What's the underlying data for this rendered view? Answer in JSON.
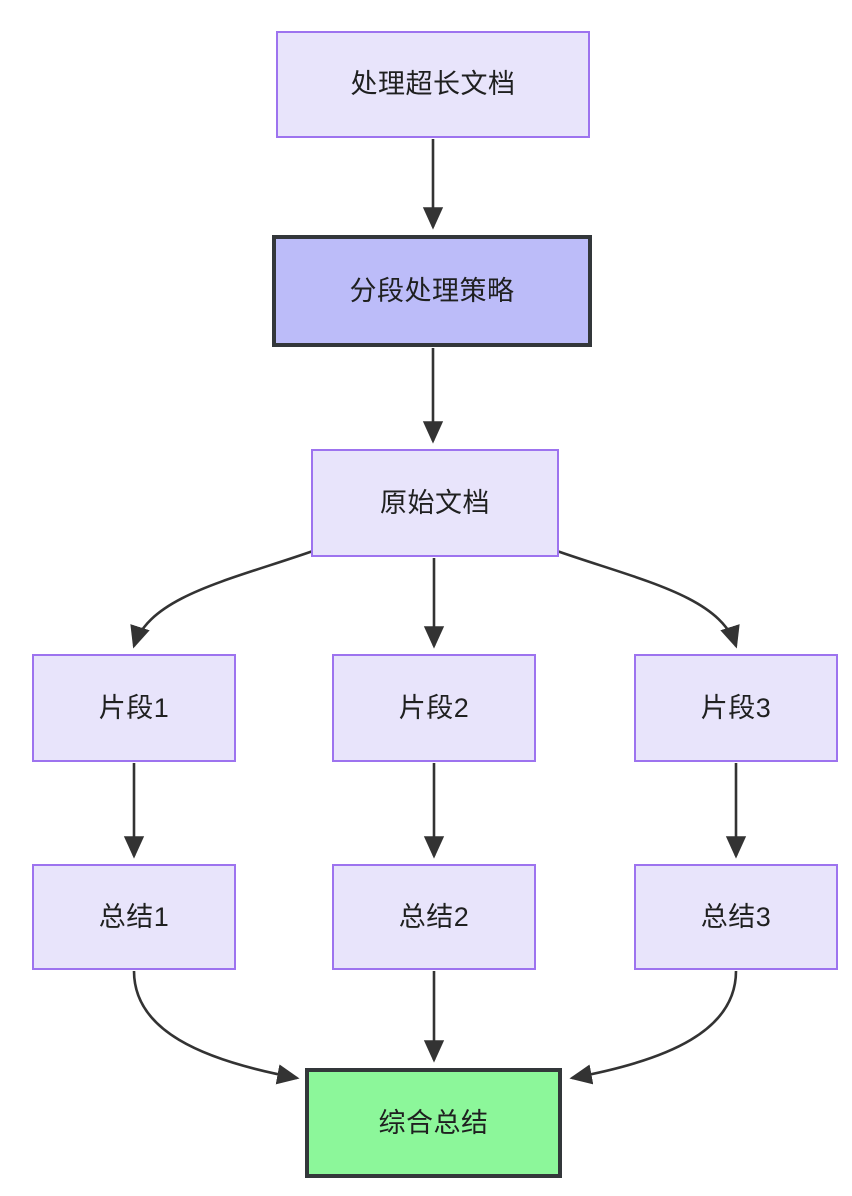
{
  "diagram": {
    "title": "处理超长文档",
    "orientation": "top-down",
    "background_color": "#ffffff",
    "styles": {
      "normal_fill": "#e8e4fb",
      "normal_stroke": "#9d73ef",
      "emphasis_fill": "#bcbcf9",
      "emphasis_stroke": "#33373a",
      "result_fill": "#8cf79a",
      "result_stroke": "#33373a",
      "edge_color": "#333333",
      "text_color": "#1f2020"
    },
    "nodes": [
      {
        "id": "long-doc",
        "label": "处理超长文档",
        "style": "normal"
      },
      {
        "id": "strategy",
        "label": "分段处理策略",
        "style": "emphasis"
      },
      {
        "id": "source-doc",
        "label": "原始文档",
        "style": "normal"
      },
      {
        "id": "fragment-1",
        "label": "片段1",
        "style": "normal"
      },
      {
        "id": "fragment-2",
        "label": "片段2",
        "style": "normal"
      },
      {
        "id": "fragment-3",
        "label": "片段3",
        "style": "normal"
      },
      {
        "id": "summary-1",
        "label": "总结1",
        "style": "normal"
      },
      {
        "id": "summary-2",
        "label": "总结2",
        "style": "normal"
      },
      {
        "id": "summary-3",
        "label": "总结3",
        "style": "normal"
      },
      {
        "id": "final-summary",
        "label": "综合总结",
        "style": "result"
      }
    ],
    "edges": [
      {
        "from": "long-doc",
        "to": "strategy",
        "shape": "straight"
      },
      {
        "from": "strategy",
        "to": "source-doc",
        "shape": "straight"
      },
      {
        "from": "source-doc",
        "to": "fragment-1",
        "shape": "curve"
      },
      {
        "from": "source-doc",
        "to": "fragment-2",
        "shape": "straight"
      },
      {
        "from": "source-doc",
        "to": "fragment-3",
        "shape": "curve"
      },
      {
        "from": "fragment-1",
        "to": "summary-1",
        "shape": "straight"
      },
      {
        "from": "fragment-2",
        "to": "summary-2",
        "shape": "straight"
      },
      {
        "from": "fragment-3",
        "to": "summary-3",
        "shape": "straight"
      },
      {
        "from": "summary-1",
        "to": "final-summary",
        "shape": "curve"
      },
      {
        "from": "summary-2",
        "to": "final-summary",
        "shape": "straight"
      },
      {
        "from": "summary-3",
        "to": "final-summary",
        "shape": "curve"
      }
    ]
  }
}
